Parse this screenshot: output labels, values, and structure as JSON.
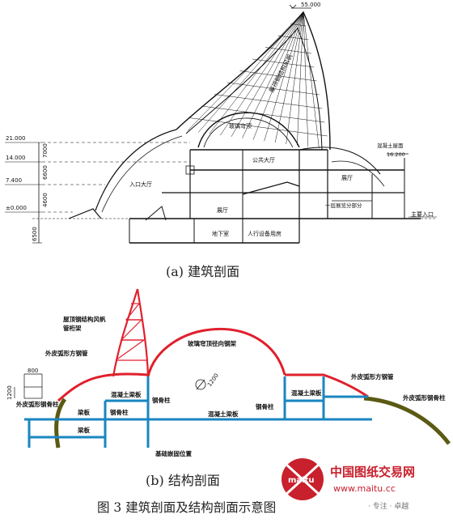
{
  "section_a": {
    "top_elev": "55.000",
    "dim_stack": [
      "7000",
      "6600",
      "4600",
      "6500"
    ],
    "levels": [
      {
        "elev": "21.000"
      },
      {
        "elev": "14.000"
      },
      {
        "elev": "7.400"
      },
      {
        "elev": "±0.000"
      }
    ],
    "rooms": {
      "roof_sail": "屋顶钢结构风帆",
      "glass_dome": "玻璃穹顶",
      "public_hall": "公共大厅",
      "entry_hall_left": "入口大厅",
      "hall_center": "展厅",
      "hall_right": "展厅",
      "basement_left": "地下室",
      "basement_right": "人行设备用房",
      "plaza_right": "一层展览分部分"
    },
    "tags": {
      "slab_elev_label": "混凝土屋面",
      "slab_elev_value": "16.200",
      "ground_entry": "主要入口"
    },
    "caption": "(a)  建筑剖面"
  },
  "section_b": {
    "labels": {
      "roof_truss": "屋顶钢结构风帆\n管桁架",
      "arc_truss_left": "外皮弧形方钢管",
      "glass_ribs": "玻璃穹顶径向钢架",
      "arc_tube_right": "外皮弧形方钢管",
      "arc_column_left": "外皮弧形钢骨柱",
      "arc_column_right": "外皮弧形钢骨柱",
      "concrete_beam_1": "混凝土梁板",
      "concrete_beam_2": "混凝土梁板",
      "concrete_beam_3": "混凝土梁板",
      "steel_col_1": "钢骨柱",
      "steel_col_2": "钢骨柱",
      "steel_col_3": "钢骨柱",
      "beam_upper": "梁板",
      "beam_lower": "梁板",
      "foundation": "基础嵌固位置",
      "dim_800": "800",
      "dim_1200": "1200",
      "dia_1200": "1200"
    },
    "caption": "(b)  结构剖面"
  },
  "figure_caption": "图 3  建筑剖面及结构剖面示意图",
  "watermark": {
    "logo_text": "maitu",
    "site_name": "中国图纸交易网",
    "url": "www.maitu.cc",
    "slogan": "· 专注 · 卓越"
  },
  "colors": {
    "red": "#e0202c",
    "blue": "#1a86c0",
    "olive": "#5a5a14",
    "line": "#111111"
  }
}
